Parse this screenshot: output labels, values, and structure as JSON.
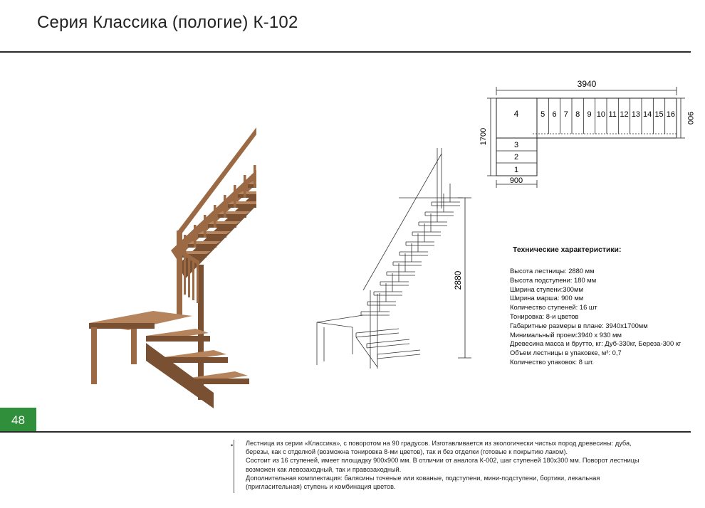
{
  "header": {
    "title": "Серия Классика (пологие) К-102"
  },
  "page_number": "48",
  "plan": {
    "width_label": "3940",
    "depth_label": "1700",
    "small_width_label": "900",
    "small_depth_label": "900",
    "landing_label": "4",
    "step_labels": [
      "1",
      "2",
      "3",
      "5",
      "6",
      "7",
      "8",
      "9",
      "10",
      "11",
      "12",
      "13",
      "14",
      "15",
      "16"
    ]
  },
  "sketch": {
    "height_label": "2880"
  },
  "specs": {
    "title": "Технические характеристики:",
    "rows": [
      "Высота лестницы: 2880 мм",
      "Высота подступени: 180 мм",
      "Ширина ступени:300мм",
      "Ширина марша: 900 мм",
      "Количество ступеней: 16 шт",
      "Тонировка: 8-и цветов",
      "Габаритные размеры в плане: 3940х1700мм",
      "Минимальный проем:3940 х 930 мм",
      "Древесина масса и брутто, кг: Дуб-330кг, Береза-300 кг",
      "Объем лестницы в упаковке, м³: 0,7",
      "Количество упаковок: 8 шт."
    ]
  },
  "description": {
    "paragraphs": [
      "Лестница из серии «Классика», с поворотом на 90 градусов. Изготавливается из экологически чистых пород древесины: дуба, березы, как с отделкой (возможна тонировка 8-ми цветов), так и без отделки (готовые к покрытию лаком).",
      "Состоит из 16 ступеней, имеет площадку 900х900 мм. В отличии от аналога К-002, шаг ступеней 180х300 мм. Поворот лестницы возможен как левозаходный, так и правозаходный.",
      "Дополнительная комплектация: балясины точеные или кованые, подступени, мини-подступени, бортики, лекальная (пригласительная) ступень и комбинация цветов."
    ]
  },
  "colors": {
    "wood": "#9b6a45",
    "wood_dark": "#7a5033",
    "wood_light": "#b5835c",
    "accent_green": "#2f8f3a",
    "rule": "#2b2b2b"
  }
}
